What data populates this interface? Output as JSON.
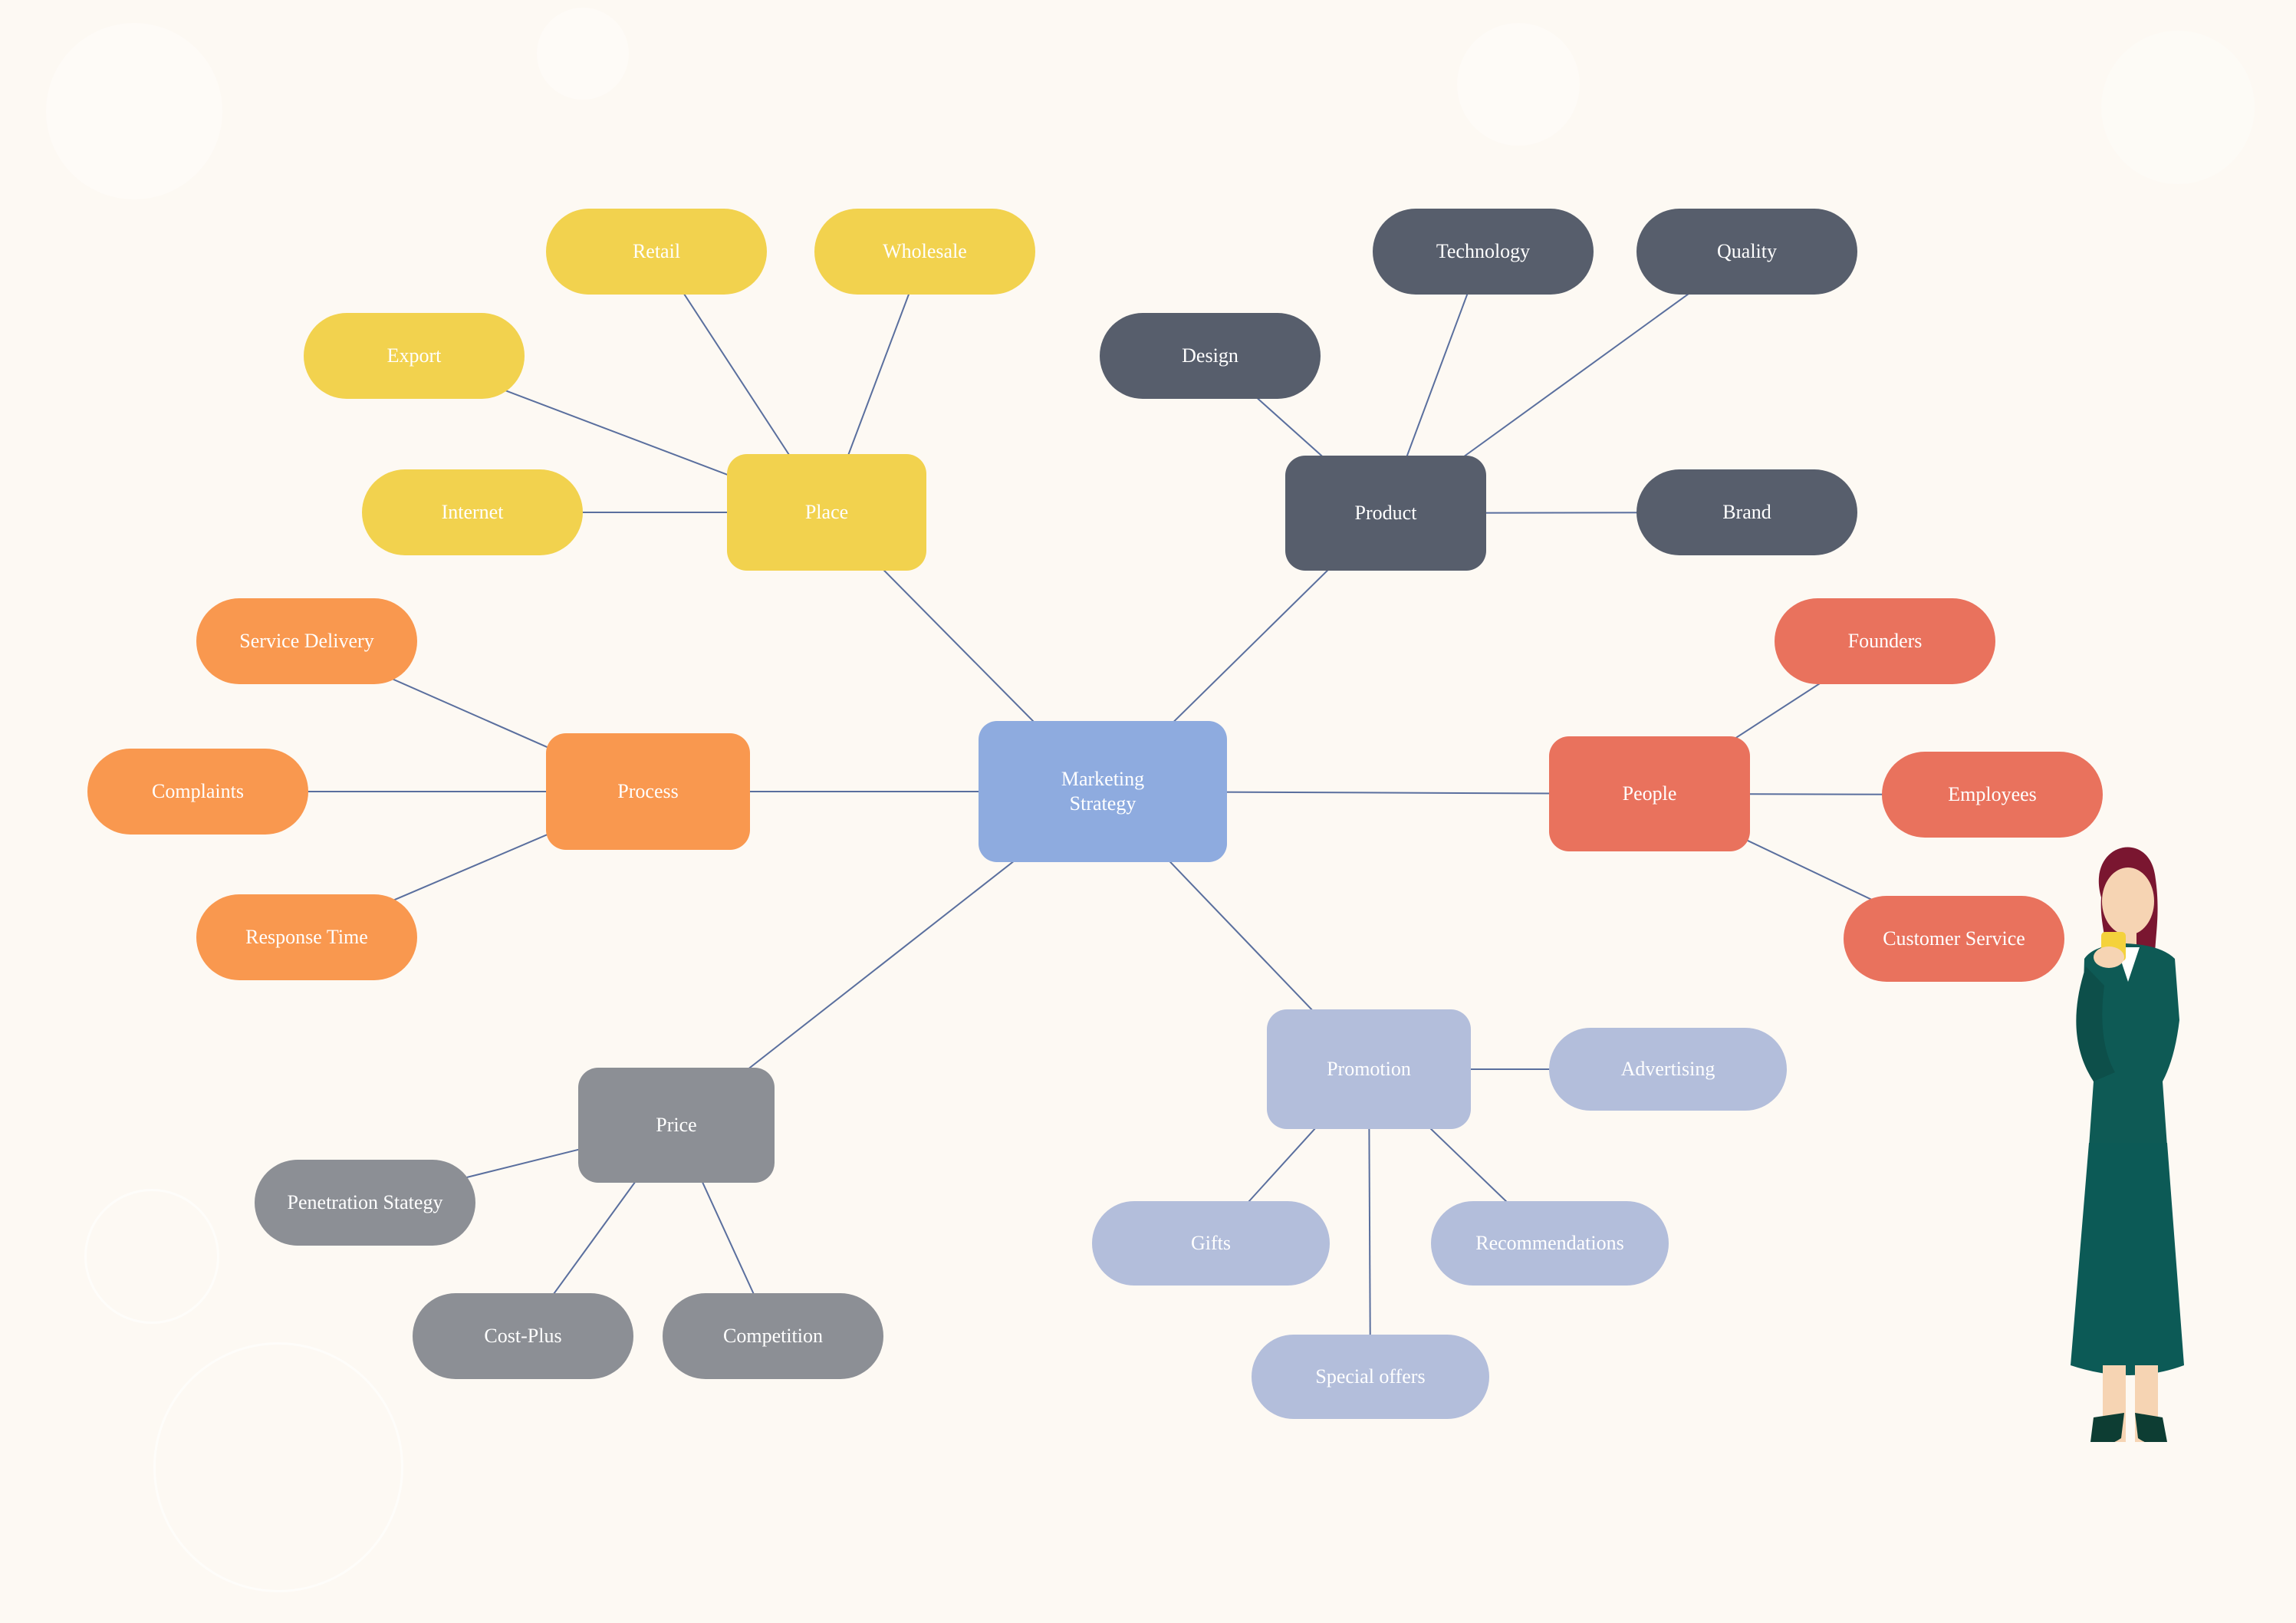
{
  "diagram": {
    "type": "mind-map",
    "center": {
      "id": "center",
      "label": "Marketing\nStrategy",
      "color": "#8eabdf"
    },
    "branches": [
      {
        "id": "place",
        "label": "Place",
        "color": "#f2d24e",
        "children": [
          {
            "id": "retail",
            "label": "Retail"
          },
          {
            "id": "wholesale",
            "label": "Wholesale"
          },
          {
            "id": "export",
            "label": "Export"
          },
          {
            "id": "internet",
            "label": "Internet"
          }
        ]
      },
      {
        "id": "product",
        "label": "Product",
        "color": "#575e6c",
        "children": [
          {
            "id": "technology",
            "label": "Technology"
          },
          {
            "id": "quality",
            "label": "Quality"
          },
          {
            "id": "design",
            "label": "Design"
          },
          {
            "id": "brand",
            "label": "Brand"
          }
        ]
      },
      {
        "id": "process",
        "label": "Process",
        "color": "#f9984f",
        "children": [
          {
            "id": "service-delivery",
            "label": "Service Delivery"
          },
          {
            "id": "complaints",
            "label": "Complaints"
          },
          {
            "id": "response-time",
            "label": "Response Time"
          }
        ]
      },
      {
        "id": "people",
        "label": "People",
        "color": "#e9725d",
        "children": [
          {
            "id": "founders",
            "label": "Founders"
          },
          {
            "id": "employees",
            "label": "Employees"
          },
          {
            "id": "customer-service",
            "label": "Customer Service"
          }
        ]
      },
      {
        "id": "price",
        "label": "Price",
        "color": "#8c8f95",
        "children": [
          {
            "id": "penetration-stategy",
            "label": "Penetration Stategy"
          },
          {
            "id": "cost-plus",
            "label": "Cost-Plus"
          },
          {
            "id": "competition",
            "label": "Competition"
          }
        ]
      },
      {
        "id": "promotion",
        "label": "Promotion",
        "color": "#b3bedb",
        "children": [
          {
            "id": "advertising",
            "label": "Advertising"
          },
          {
            "id": "gifts",
            "label": "Gifts"
          },
          {
            "id": "recommendations",
            "label": "Recommendations"
          },
          {
            "id": "special-offers",
            "label": "Special offers"
          }
        ]
      }
    ]
  },
  "colors": {
    "background": "#fdf9f3",
    "connector": "#5a6f9e"
  },
  "illustration": {
    "name": "businesswoman-with-cup"
  }
}
